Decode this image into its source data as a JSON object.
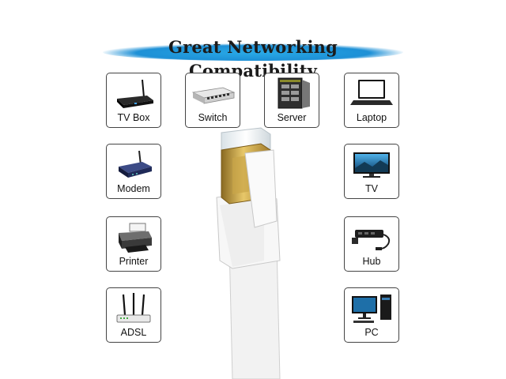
{
  "banner": {
    "title": "Great Networking Compatibility"
  },
  "devices": {
    "tv_box": "TV Box",
    "switch": "Switch",
    "server": "Server",
    "laptop": "Laptop",
    "modem": "Modem",
    "tv": "TV",
    "printer": "Printer",
    "hub": "Hub",
    "adsl": "ADSL",
    "pc": "PC"
  },
  "colors": {
    "banner_blue": "#1d90d6",
    "card_border": "#444444",
    "connector_gold": "#c9a548",
    "cable_white": "#f2f2f2"
  },
  "icons": [
    "tv-box-icon",
    "switch-icon",
    "server-icon",
    "laptop-icon",
    "modem-icon",
    "tv-icon",
    "printer-icon",
    "hub-icon",
    "adsl-router-icon",
    "pc-icon",
    "rj45-cable-icon"
  ]
}
